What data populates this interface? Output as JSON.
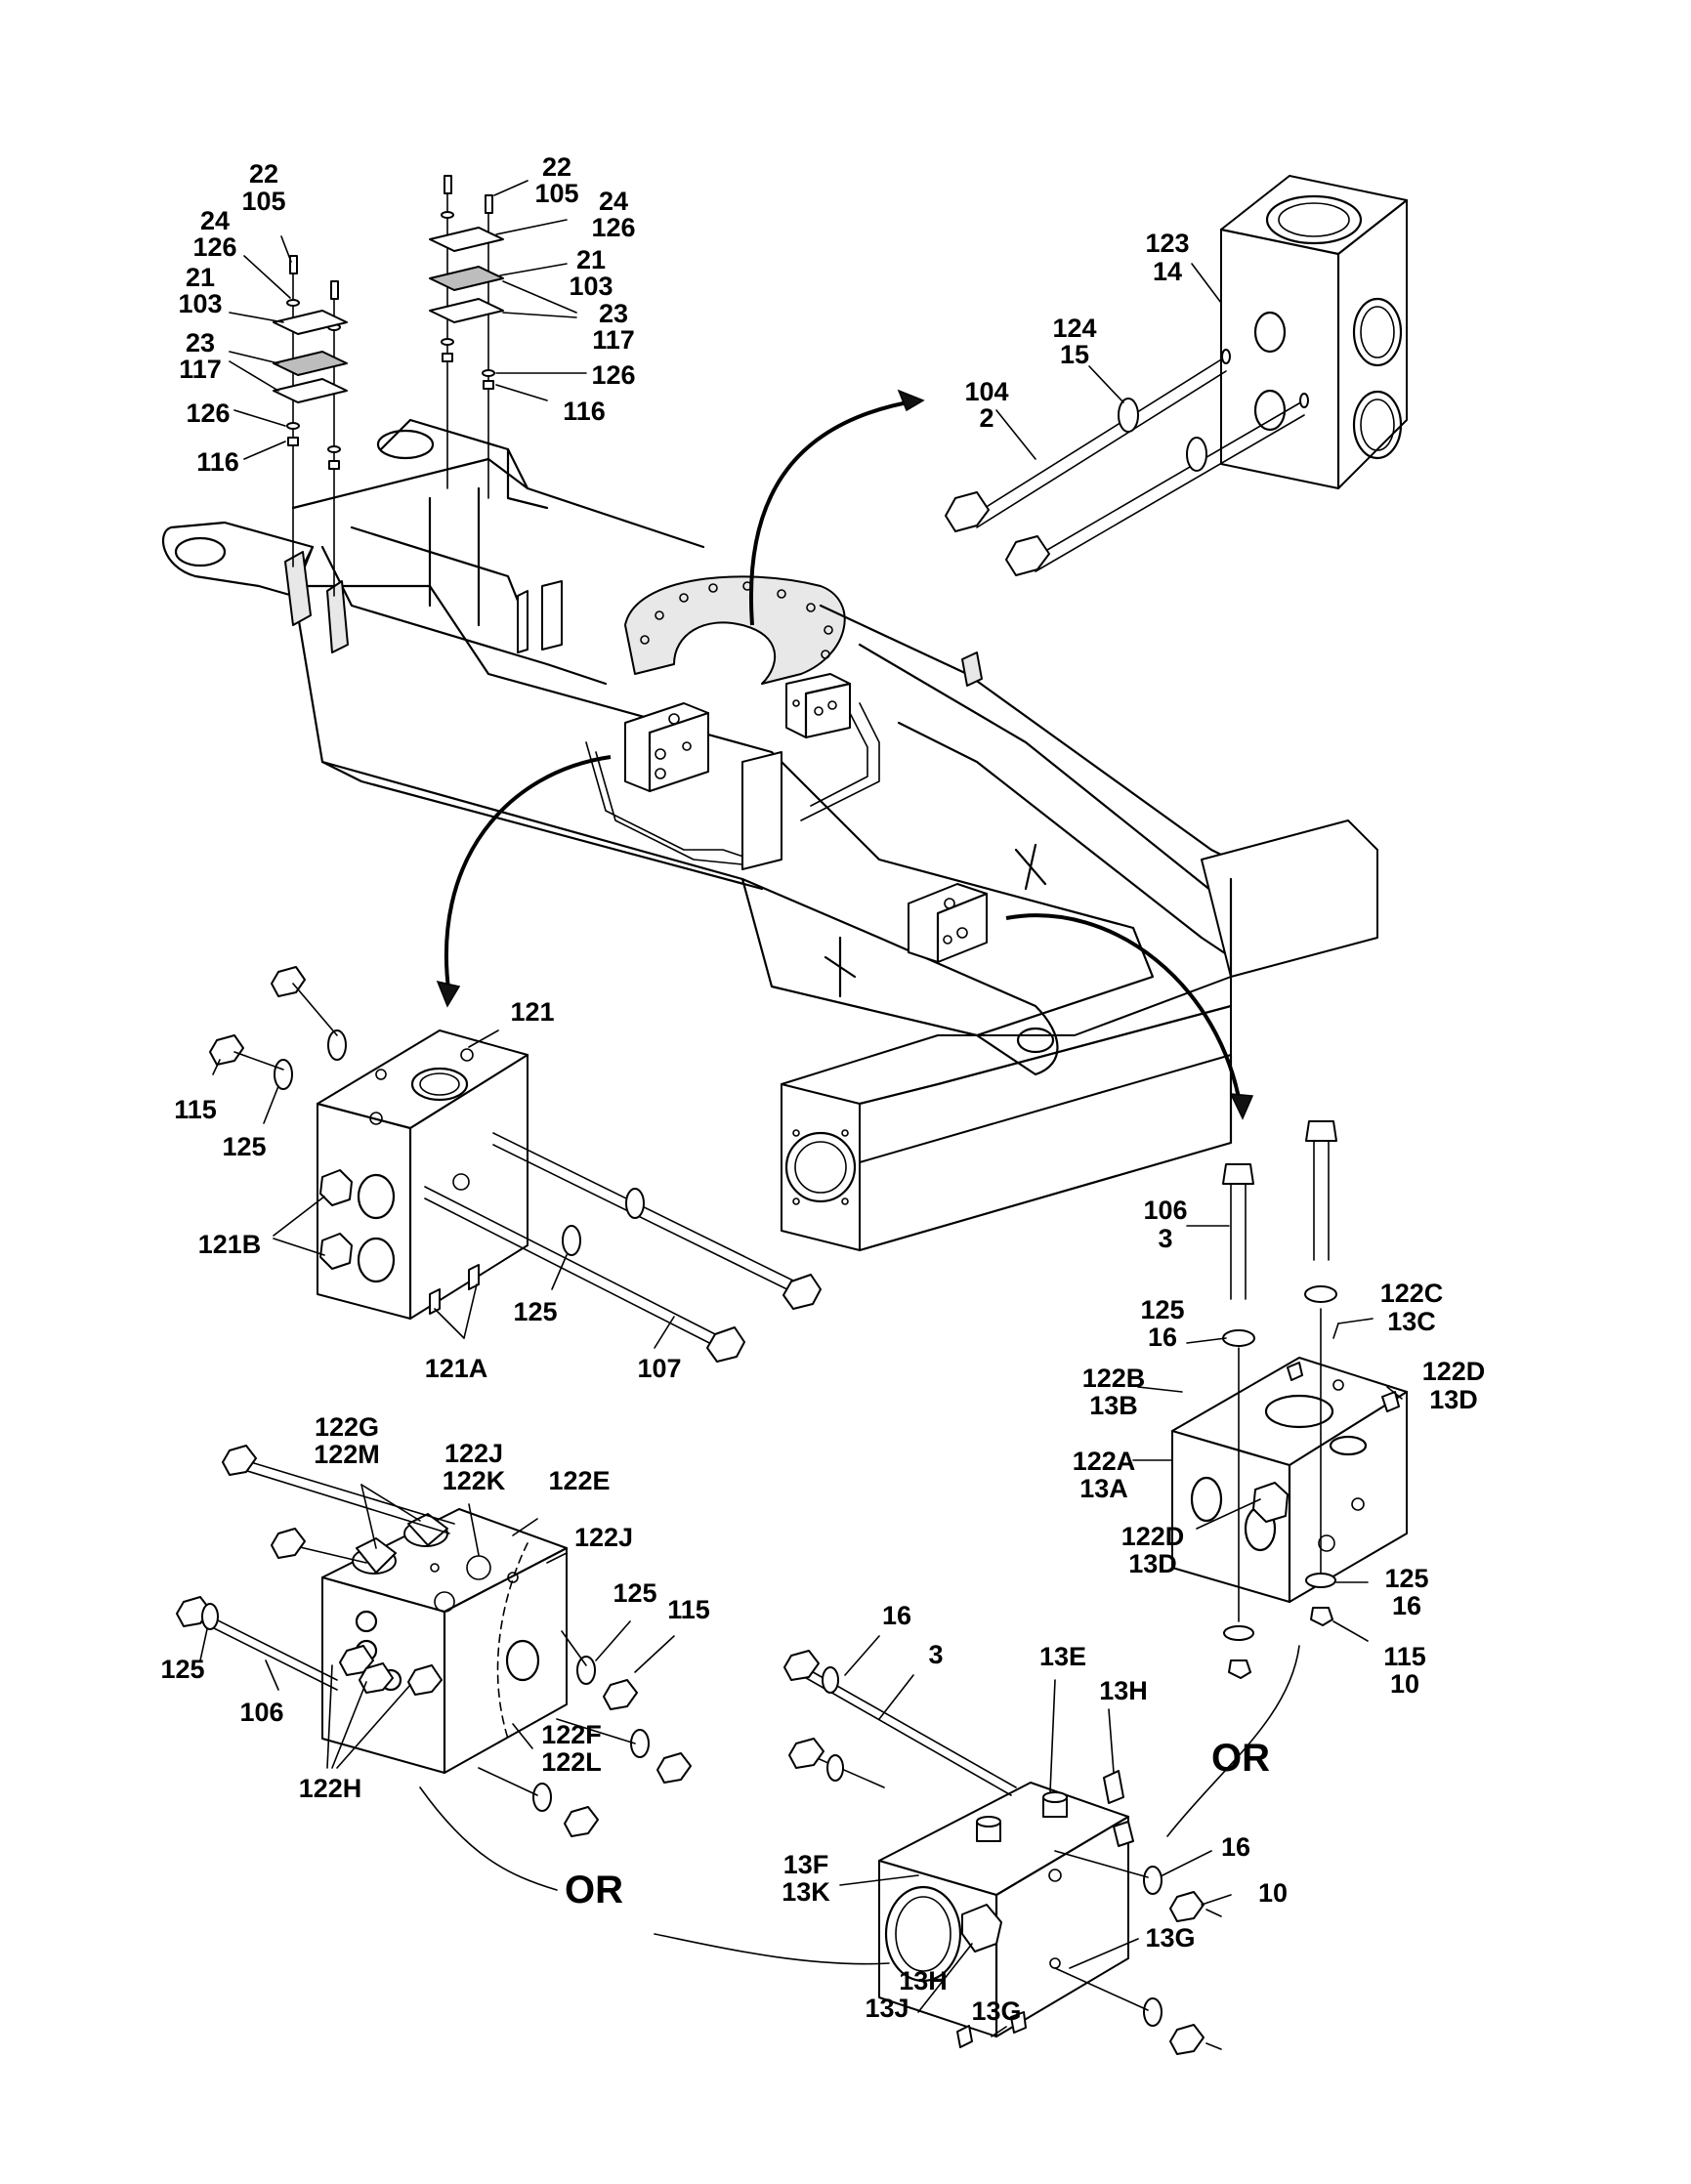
{
  "labels": {
    "top_left_a": [
      "22",
      "105"
    ],
    "top_left_b": [
      "24",
      "126"
    ],
    "top_left_c": [
      "21",
      "103"
    ],
    "top_left_d": [
      "23",
      "117"
    ],
    "top_left_e": "126",
    "top_left_f": "116",
    "top_mid_a": [
      "22",
      "105"
    ],
    "top_mid_b": [
      "24",
      "126"
    ],
    "top_mid_c": [
      "21",
      "103"
    ],
    "top_mid_d": [
      "23",
      "117"
    ],
    "top_mid_e": "126",
    "top_mid_f": "116",
    "right_valve_a": [
      "123",
      "14"
    ],
    "right_valve_b": [
      "124",
      "15"
    ],
    "right_valve_c": [
      "104",
      "2"
    ],
    "mid_valve_main": "121",
    "mid_valve_115": "115",
    "mid_valve_125a": "125",
    "mid_valve_121b": "121B",
    "mid_valve_125b": "125",
    "mid_valve_121a": "121A",
    "mid_valve_107": "107",
    "rv2_106": [
      "106",
      "3"
    ],
    "rv2_125": [
      "125",
      "16"
    ],
    "rv2_122c": [
      "122C",
      "13C"
    ],
    "rv2_122b": [
      "122B",
      "13B"
    ],
    "rv2_122d_top": [
      "122D",
      "13D"
    ],
    "rv2_122a": [
      "122A",
      "13A"
    ],
    "rv2_122d_bot": [
      "122D",
      "13D"
    ],
    "rv2_125_bot": [
      "125",
      "16"
    ],
    "rv2_115": [
      "115",
      "10"
    ],
    "lv_122g": [
      "122G",
      "122M"
    ],
    "lv_122j_k": [
      "122J",
      "122K"
    ],
    "lv_122e": "122E",
    "lv_122j": "122J",
    "lv_125": "125",
    "lv_115": "115",
    "lv_125_left": "125",
    "lv_106": "106",
    "lv_122f": [
      "122F",
      "122L"
    ],
    "lv_122h": "122H",
    "bv_16": "16",
    "bv_3": "3",
    "bv_13e": "13E",
    "bv_13h_top": "13H",
    "bv_13f": [
      "13F",
      "13K"
    ],
    "bv_16_right": "16",
    "bv_10": "10",
    "bv_13g_right": "13G",
    "bv_13h_bot": [
      "13H",
      "13J"
    ],
    "bv_13g_bot": "13G",
    "or_right": "OR",
    "or_bottom": "OR"
  }
}
